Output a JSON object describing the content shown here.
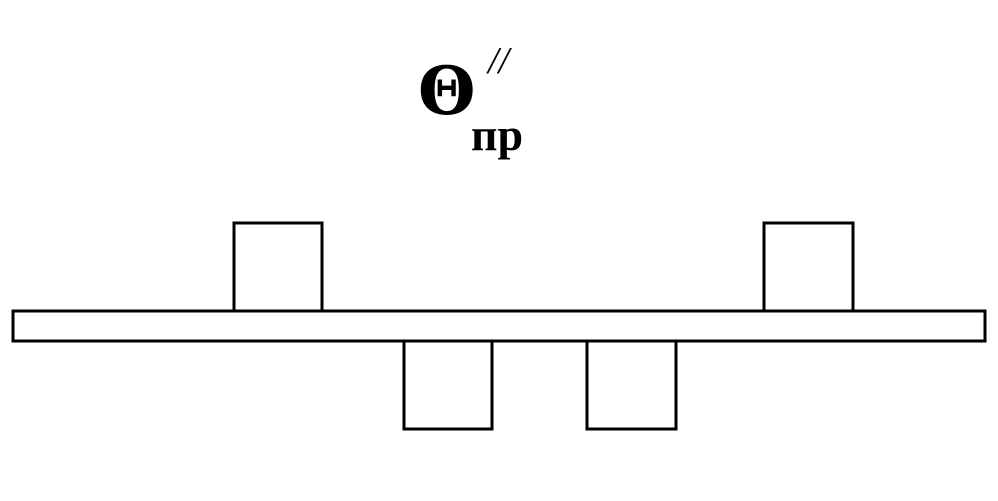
{
  "symbol": {
    "main": "Θ",
    "subscript": "пр",
    "superscript": "//"
  },
  "diagram": {
    "stroke_color": "#000000",
    "fill_color": "#ffffff",
    "bar_count": 1,
    "blocks_above": 2,
    "blocks_below": 2
  }
}
